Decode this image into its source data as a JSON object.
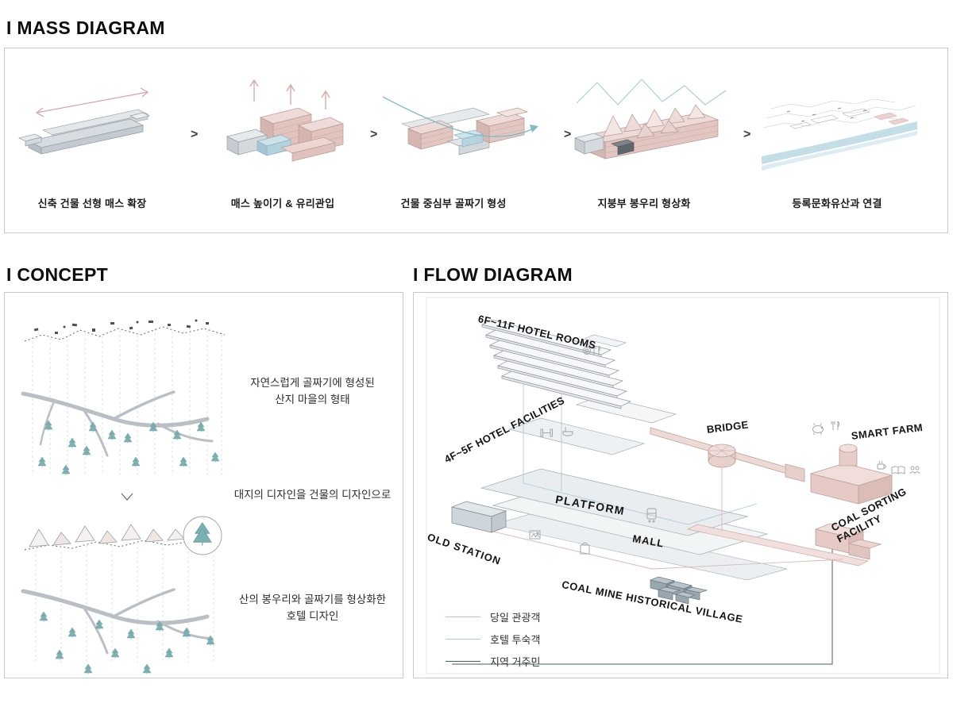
{
  "mass_diagram": {
    "title": "I MASS DIAGRAM",
    "arrow_char": ">",
    "steps": [
      {
        "caption": "신축 건물 선형 매스 확장"
      },
      {
        "caption": "매스 높이기 & 유리관입"
      },
      {
        "caption": "건물 중심부 골짜기 형성"
      },
      {
        "caption": "지붕부 봉우리 형상화"
      },
      {
        "caption": "등록문화유산과 연결"
      }
    ]
  },
  "concept": {
    "title": "I CONCEPT",
    "annotations": [
      {
        "text": "자연스럽게 골짜기에 형성된\n산지 마을의 형태"
      },
      {
        "text": "대지의 디자인을 건물의 디자인으로"
      },
      {
        "text": "산의 봉우리와 골짜기를 형상화한\n호텔 디자인"
      }
    ]
  },
  "flow_diagram": {
    "title": "I FLOW DIAGRAM",
    "labels": {
      "hotel_rooms": "6F~11F HOTEL ROOMS",
      "hotel_facilities": "4F~5F HOTEL FACILITIES",
      "bridge": "BRIDGE",
      "smart_farm": "SMART FARM",
      "platform": "PLATFORM",
      "mall": "MALL",
      "old_station": "OLD STATION",
      "coal_sorting": "COAL SORTING\nFACILITY",
      "coal_village": "COAL MINE HISTORICAL VILLAGE"
    },
    "legend": [
      {
        "label": "당일 관광객",
        "color": "#ddb7b7"
      },
      {
        "label": "호텔 투숙객",
        "color": "#afccd6"
      },
      {
        "label": "지역 거주민",
        "color": "#3f6b45"
      }
    ]
  },
  "colors": {
    "mass_pink": "#e2c6c1",
    "mass_gray": "#d5dade",
    "glass_blue": "#b6d4df",
    "water_blue": "#b9d8e3",
    "tree_teal": "#6fa3a3"
  }
}
